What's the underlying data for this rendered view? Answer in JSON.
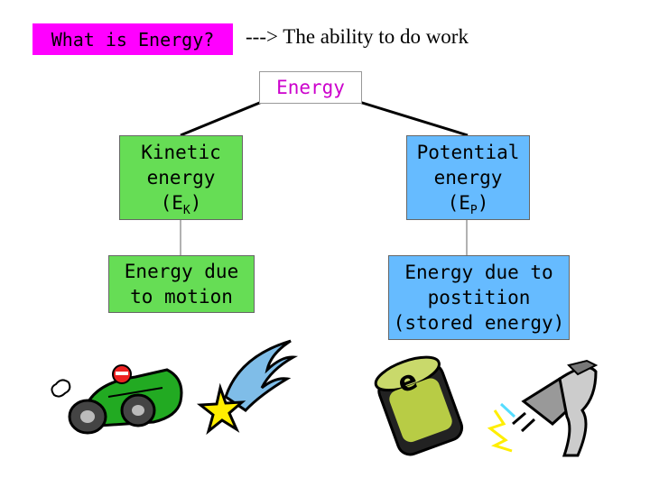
{
  "header": {
    "title": "What is Energy?",
    "definition": "---> The ability to do work"
  },
  "root": {
    "label": "Energy"
  },
  "kinetic": {
    "line1": "Kinetic",
    "line2": "energy",
    "symbol_open": "(E",
    "symbol_sub": "K",
    "symbol_close": ")",
    "description_lines": [
      "Energy due",
      "to motion"
    ]
  },
  "potential": {
    "line1": "Potential",
    "line2": "energy",
    "symbol_open": "(E",
    "symbol_sub": "P",
    "symbol_close": ")",
    "description_lines": [
      "Energy due to",
      "postition",
      "(stored energy)"
    ]
  },
  "clipart": [
    "race-car-icon",
    "shooting-star-icon",
    "battery-icon",
    "electric-plug-icon"
  ],
  "colors": {
    "title_bg": "#ff00ff",
    "root_text": "#cc00cc",
    "kinetic_fill": "#66dd55",
    "potential_fill": "#66bbff"
  }
}
